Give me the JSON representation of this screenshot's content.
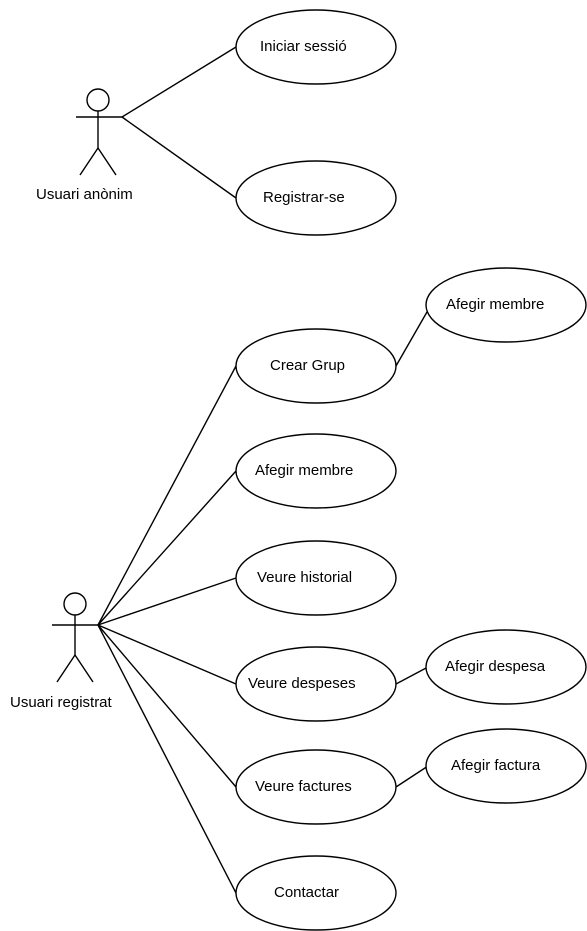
{
  "actors": {
    "anonymous": {
      "label": "Usuari anònim"
    },
    "registered": {
      "label": "Usuari registrat"
    }
  },
  "use_cases": {
    "iniciar_sessio": "Iniciar sessió",
    "registrar_se": "Registrar-se",
    "crear_grup": "Crear Grup",
    "afegir_membre_grup": "Afegir membre",
    "afegir_membre": "Afegir membre",
    "veure_historial": "Veure historial",
    "veure_despeses": "Veure despeses",
    "afegir_despesa": "Afegir despesa",
    "veure_factures": "Veure factures",
    "afegir_factura": "Afegir factura",
    "contactar": "Contactar"
  }
}
